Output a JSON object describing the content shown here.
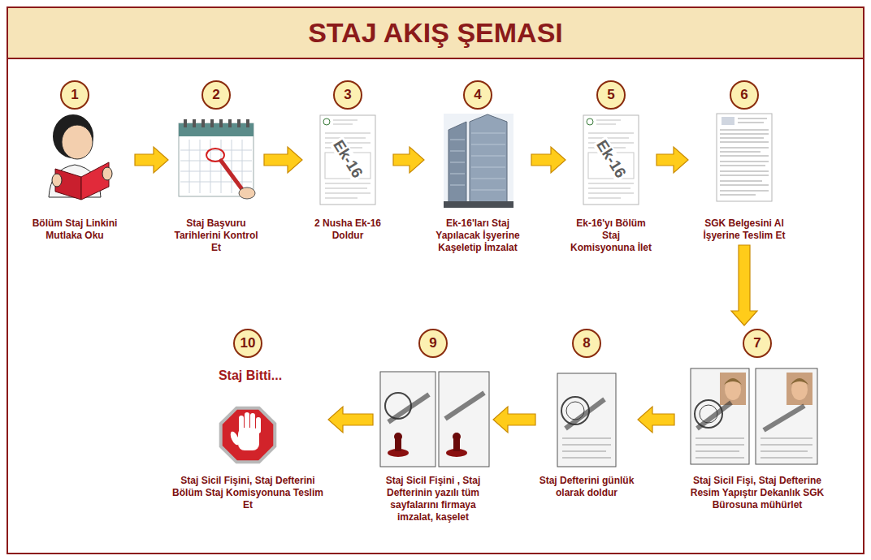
{
  "diagram": {
    "title": "STAJ AKIŞ ŞEMASI",
    "nodes": [
      {
        "text": [
          "1",
          "Bölüm Staj Linkini Mutlaka Oku"
        ]
      },
      {
        "text": [
          "2",
          "Staj Başvuru Tarihlerini Kontrol Et"
        ]
      },
      {
        "text": [
          "3",
          "2 Nusha Ek-16 Doldur"
        ]
      },
      {
        "text": [
          "4",
          "Ek-16'ları Staj Yapılacak İşyerine Kaşeletip İmzalat"
        ]
      },
      {
        "text": [
          "5",
          "Ek-16'yı Bölüm Staj Komisyonuna İlet"
        ]
      },
      {
        "text": [
          "6",
          "SGK Belgesini Al İşyerine Teslim Et"
        ]
      },
      {
        "text": [
          "7",
          "Staj Sicil Fişi, Staj Defterine Resim Yapıştır Dekanlık SGK Bürosuna mühürlet"
        ]
      },
      {
        "text": [
          "8",
          "Staj Defterini günlük olarak doldur"
        ]
      },
      {
        "text": [
          "9",
          "Staj Sicil Fişini , Staj Defterinin yazılı tüm sayfalarını firmaya imzalat, kaşelet"
        ]
      },
      {
        "text": [
          "10",
          "Staj Bitti...",
          "Staj Sicil Fişini, Staj Defterini Bölüm Staj Komisyonuna Teslim Et"
        ]
      }
    ],
    "edges": [
      {
        "from": 0,
        "to": 1,
        "arrow": "to"
      },
      {
        "from": 1,
        "to": 2,
        "arrow": "to"
      },
      {
        "from": 2,
        "to": 3,
        "arrow": "to"
      },
      {
        "from": 3,
        "to": 4,
        "arrow": "to"
      },
      {
        "from": 4,
        "to": 5,
        "arrow": "to"
      },
      {
        "from": 5,
        "to": 6,
        "arrow": "to"
      },
      {
        "from": 6,
        "to": 7,
        "arrow": "to"
      },
      {
        "from": 7,
        "to": 8,
        "arrow": "to"
      },
      {
        "from": 8,
        "to": 9,
        "arrow": "to"
      }
    ],
    "labels": [
      "Ek-16",
      "Ek-16"
    ]
  }
}
